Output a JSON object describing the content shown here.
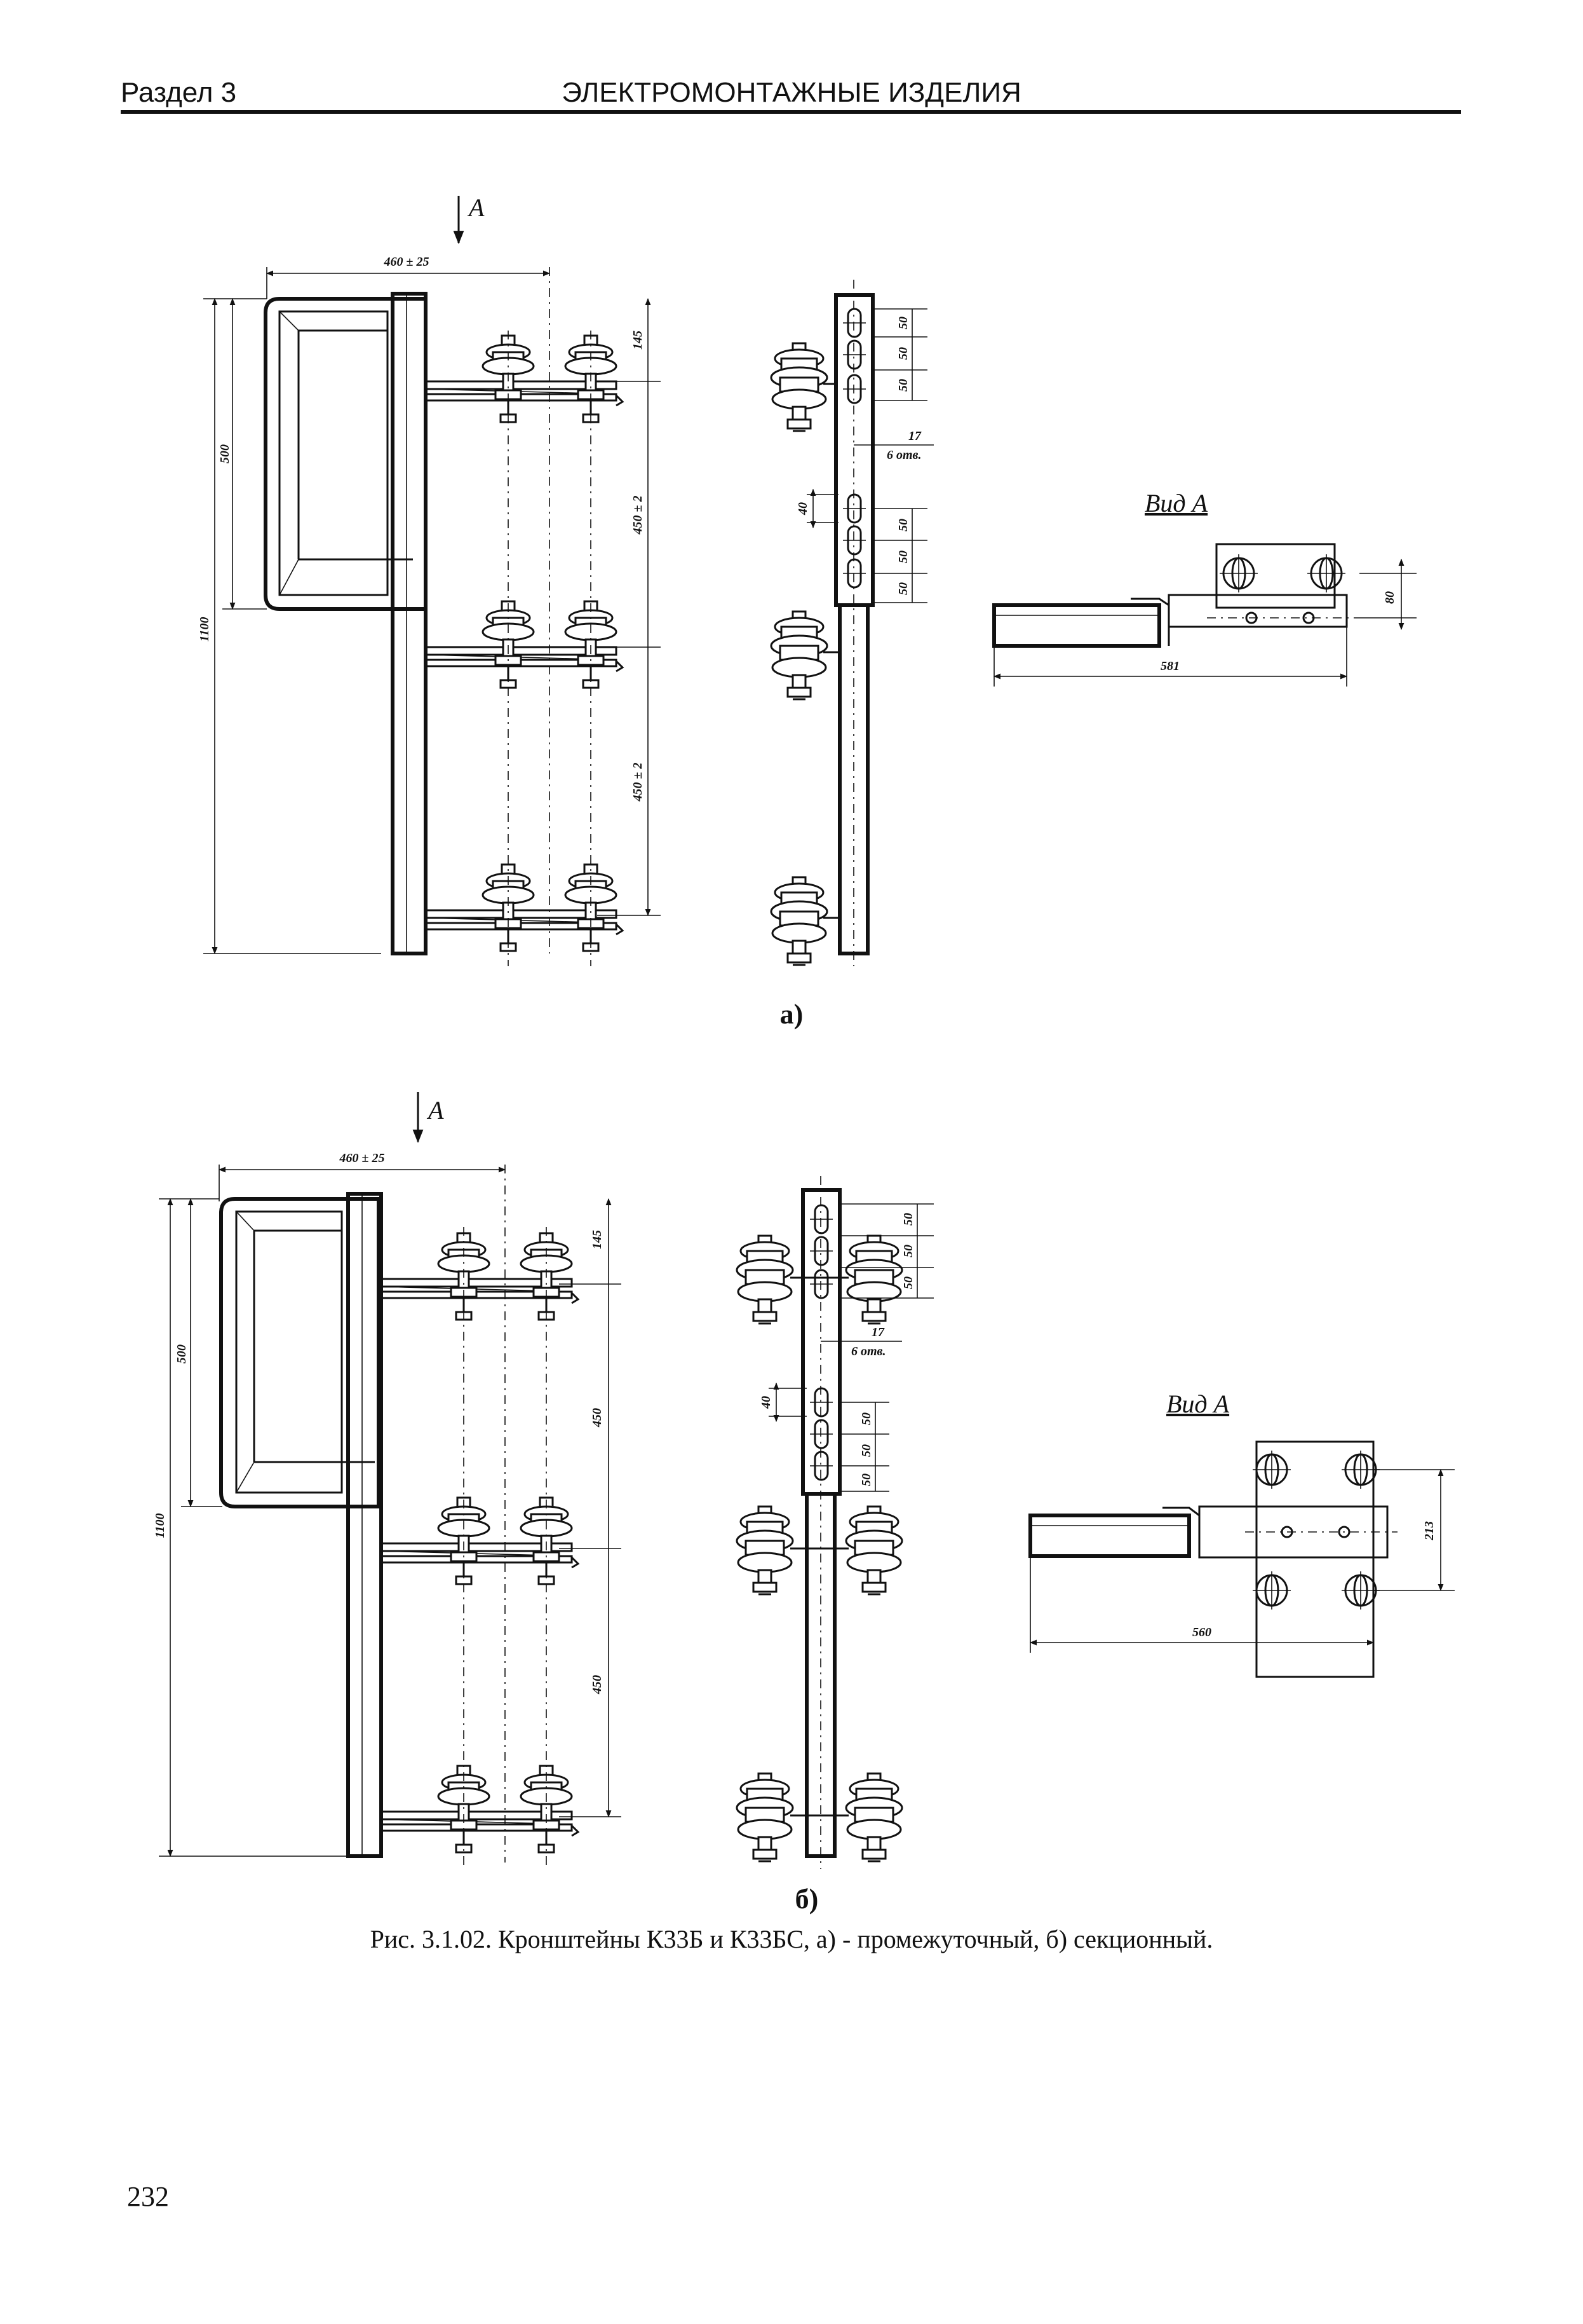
{
  "header": {
    "section": "Раздел 3",
    "title": "ЭЛЕКТРОМОНТАЖНЫЕ ИЗДЕЛИЯ"
  },
  "figure_a": {
    "label": "а)",
    "view_marker": "А",
    "view_title": "Вид А",
    "dims": {
      "width_top": "460 ± 25",
      "height_total": "1100",
      "frame_height": "500",
      "top_offset": "145",
      "spacing_1": "450 ± 2",
      "spacing_2": "450 ± 2",
      "hole_pitch_1": "50",
      "hole_pitch_2": "50",
      "hole_pitch_3": "50",
      "hole_pitch_4": "50",
      "hole_pitch_5": "50",
      "hole_pitch_6": "50",
      "hole_dia": "17",
      "hole_count": "6 отв.",
      "slot_len": "40",
      "view_width": "581",
      "view_height": "80"
    }
  },
  "figure_b": {
    "label": "б)",
    "view_marker": "А",
    "view_title": "Вид А",
    "dims": {
      "width_top": "460 ± 25",
      "height_total": "1100",
      "frame_height": "500",
      "top_offset": "145",
      "spacing_1": "450",
      "spacing_2": "450",
      "hole_pitch_1": "50",
      "hole_pitch_2": "50",
      "hole_pitch_3": "50",
      "hole_pitch_4": "50",
      "hole_pitch_5": "50",
      "hole_pitch_6": "50",
      "hole_dia": "17",
      "hole_count": "6 отв.",
      "slot_len": "40",
      "view_width": "560",
      "view_height": "213"
    }
  },
  "caption": "Рис. 3.1.02. Кронштейны К33Б и К33БС, а) - промежуточный, б) секционный.",
  "page_number": "232"
}
